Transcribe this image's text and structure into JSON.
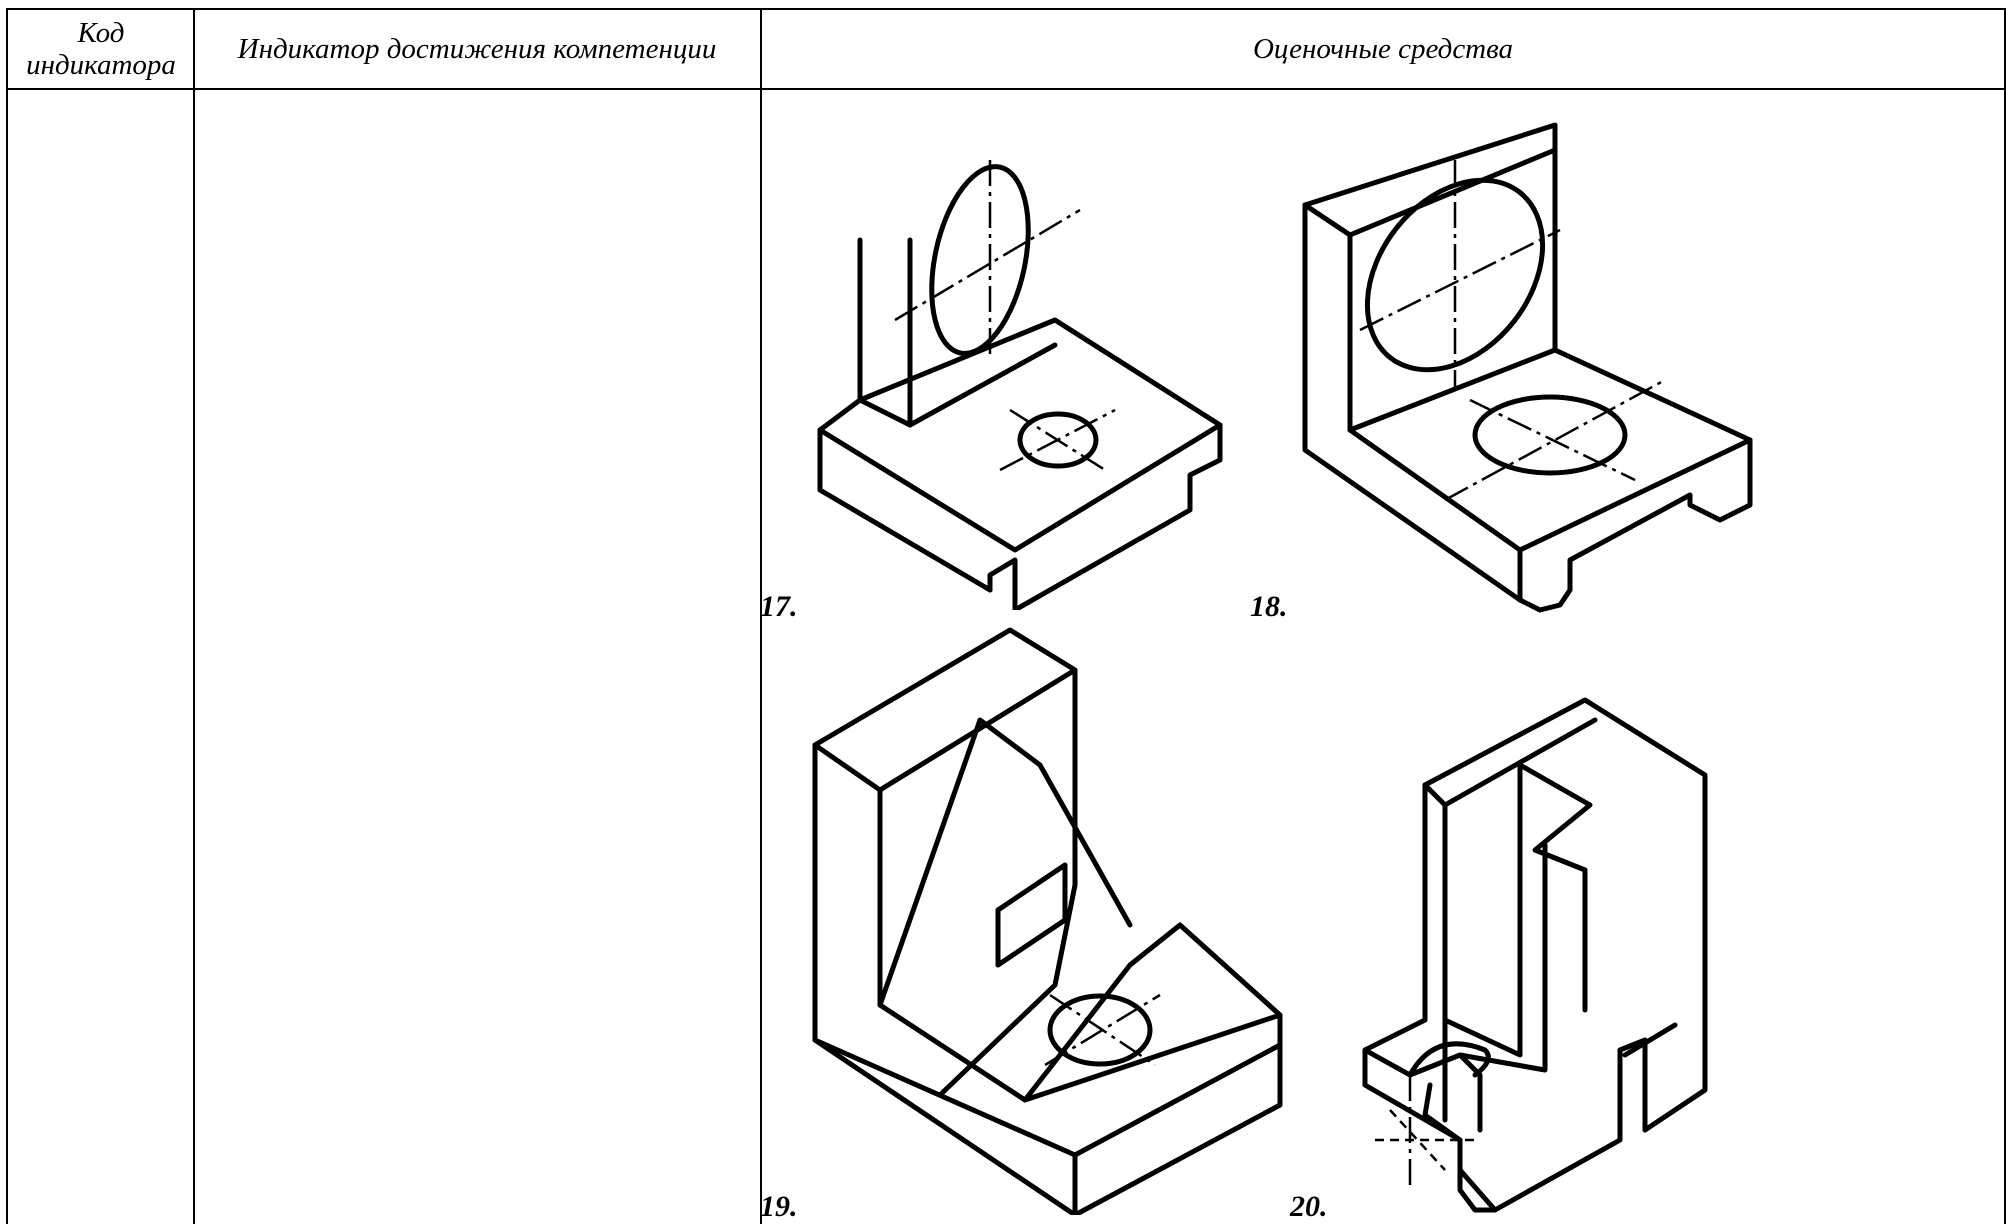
{
  "table": {
    "headers": {
      "code": "Код индикатора",
      "indicator": "Индикатор достижения компетенции",
      "tools": "Оценочные средства"
    }
  },
  "figures": [
    {
      "number": "17.",
      "icon": "isometric-part-bracket-with-hole"
    },
    {
      "number": "18.",
      "icon": "isometric-part-angle-block-with-holes"
    },
    {
      "number": "19.",
      "icon": "isometric-part-angle-with-rib"
    },
    {
      "number": "20.",
      "icon": "isometric-part-slotted-block"
    }
  ]
}
